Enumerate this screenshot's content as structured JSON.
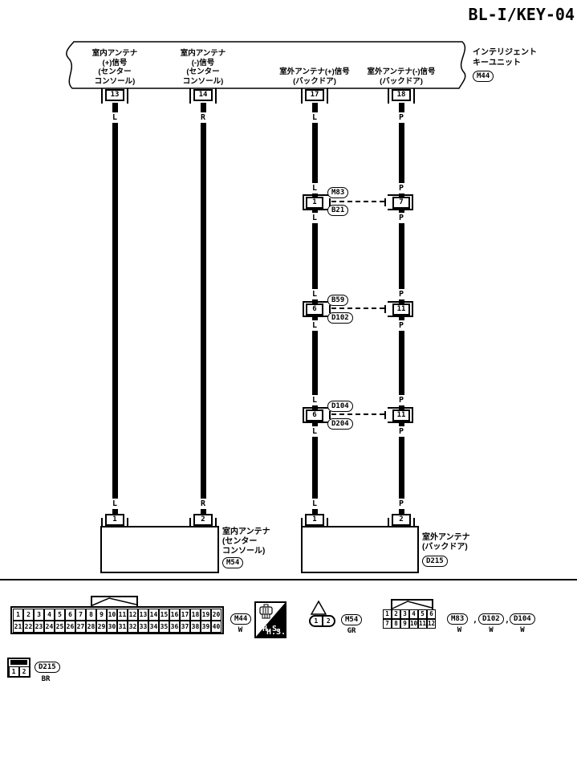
{
  "title": "BL-I/KEY-04",
  "top_unit": {
    "name": "インテリジェント\nキーユニット",
    "id": "M44",
    "pins": [
      {
        "number": "13",
        "label": "室内アンテナ\n(+)信号\n(センター\nコンソール)"
      },
      {
        "number": "14",
        "label": "室内アンテナ\n(-)信号\n(センター\nコンソール)"
      },
      {
        "number": "17",
        "label": "室外アンテナ(+)信号\n(バックドア)"
      },
      {
        "number": "18",
        "label": "室外アンテナ(-)信号\n(バックドア)"
      }
    ]
  },
  "wires": [
    {
      "color": "L"
    },
    {
      "color": "R"
    },
    {
      "color": "L"
    },
    {
      "color": "P"
    }
  ],
  "splices": [
    {
      "left_pin": "1",
      "right_pin": "7",
      "upper_id": "M83",
      "lower_id": "B21"
    },
    {
      "left_pin": "6",
      "right_pin": "11",
      "upper_id": "B59",
      "lower_id": "D102"
    },
    {
      "left_pin": "6",
      "right_pin": "11",
      "upper_id": "D104",
      "lower_id": "D204"
    }
  ],
  "bottom_units": [
    {
      "name": "室内アンテナ\n(センター\n コンソール)",
      "id": "M54",
      "pins": [
        "1",
        "2"
      ]
    },
    {
      "name": "室外アンテナ\n(バックドア)",
      "id": "D215",
      "pins": [
        "1",
        "2"
      ]
    }
  ],
  "footer": {
    "hs_label": "H.S.",
    "m44": {
      "id": "M44",
      "color": "W",
      "row1": [
        "1",
        "2",
        "3",
        "4",
        "5",
        "6",
        "7",
        "8",
        "9",
        "10",
        "11",
        "12",
        "13",
        "14",
        "15",
        "16",
        "17",
        "18",
        "19",
        "20"
      ],
      "row2": [
        "21",
        "22",
        "23",
        "24",
        "25",
        "26",
        "27",
        "28",
        "29",
        "30",
        "31",
        "32",
        "33",
        "34",
        "35",
        "36",
        "37",
        "38",
        "39",
        "40"
      ]
    },
    "m54": {
      "id": "M54",
      "color": "GR",
      "cells": [
        "1",
        "2"
      ]
    },
    "group12": {
      "row1": [
        "1",
        "2",
        "3",
        "4",
        "5",
        "6"
      ],
      "row2": [
        "7",
        "8",
        "9",
        "10",
        "11",
        "12"
      ],
      "separator": ",",
      "items": [
        {
          "id": "M83",
          "color": "W"
        },
        {
          "id": "D102",
          "color": "W"
        },
        {
          "id": "D104",
          "color": "W"
        }
      ]
    },
    "d215": {
      "id": "D215",
      "color": "BR",
      "cells": [
        "1",
        "2"
      ]
    }
  }
}
